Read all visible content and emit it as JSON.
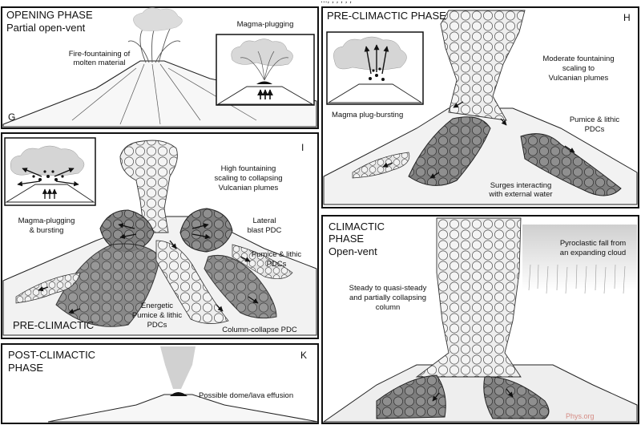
{
  "header_fragment": "...; ; ; ,  ;  ,",
  "panels": {
    "G": {
      "title": [
        "OPENING PHASE",
        "Partial open-vent"
      ],
      "letter": "G",
      "labels": {
        "fire": [
          "Fire-fountaining of",
          "molten material"
        ],
        "inset": "Magma-plugging"
      }
    },
    "H": {
      "title": "PRE-CLIMACTIC PHASE",
      "letter": "H",
      "labels": {
        "fountain": [
          "Moderate fountaining",
          "scaling to",
          "Vulcanian plumes"
        ],
        "inset": "Magma plug-bursting",
        "pdc": [
          "Pumice & lithic",
          "PDCs"
        ],
        "surges": [
          "Surges interacting",
          "with external water"
        ]
      }
    },
    "I": {
      "title": "PRE-CLIMACTIC",
      "letter": "I",
      "labels": {
        "fountain": [
          "High fountaining",
          "scaling to collapsing",
          "Vulcanian plumes"
        ],
        "inset": [
          "Magma-plugging",
          "& bursting"
        ],
        "blast": [
          "Lateral",
          "blast PDC"
        ],
        "pdc": [
          "Pumice & lithic",
          "PDCs"
        ],
        "energetic": [
          "Energetic",
          "Pumice & lithic",
          "PDCs"
        ],
        "collapse": "Column-collapse PDC"
      }
    },
    "J": {
      "title": [
        "CLIMACTIC",
        "PHASE",
        "Open-vent"
      ],
      "labels": {
        "fall": [
          "Pyroclastic fall from",
          "an expanding cloud"
        ],
        "column": [
          "Steady to quasi-steady",
          "and partially collapsing",
          "column"
        ]
      },
      "watermark": "Phys.org"
    },
    "K": {
      "title": [
        "POST-CLIMACTIC",
        "PHASE"
      ],
      "letter": "K",
      "labels": {
        "dome": "Possible dome/lava effusion"
      }
    }
  }
}
